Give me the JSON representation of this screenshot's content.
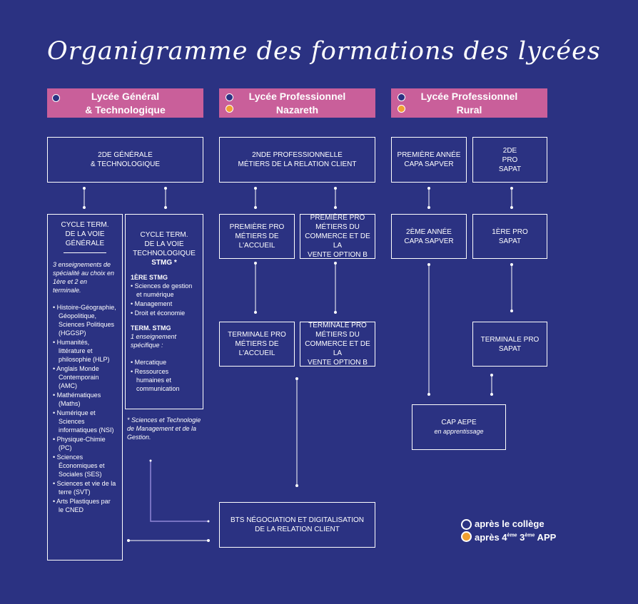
{
  "title": "Organigramme des formations des lycées",
  "colors": {
    "background": "#2b3282",
    "header": "#c95f9a",
    "navy_dot": "#2b3282",
    "orange_dot": "#f0a032",
    "line": "#ffffff"
  },
  "headers": [
    {
      "line1": "Lycée Général",
      "line2": "& Technologique"
    },
    {
      "line1": "Lycée Professionnel",
      "line2": "Nazareth"
    },
    {
      "line1": "Lycée Professionnel",
      "line2": "Rural"
    }
  ],
  "boxes": {
    "gt_2de": {
      "l1": "2DE GÉNÉRALE",
      "l2": "& TECHNOLOGIQUE"
    },
    "naz_2nde": {
      "l1": "2NDE PROFESSIONNELLE",
      "l2": "MÉTIERS DE LA RELATION CLIENT"
    },
    "rural_capa1": {
      "l1": "PREMIÈRE ANNÉE",
      "l2": "CAPA SAPVER"
    },
    "rural_2de": {
      "l1": "2DE",
      "l2": "PRO",
      "l3": "SAPAT"
    },
    "naz_1_accueil": {
      "l1": "PREMIÈRE PRO",
      "l2": "MÉTIERS DE",
      "l3": "L'ACCUEIL"
    },
    "naz_1_commerce": {
      "l1": "PREMIÈRE PRO",
      "l2": "MÉTIERS DU",
      "l3": "COMMERCE ET DE LA",
      "l4": "VENTE OPTION B"
    },
    "rural_capa2": {
      "l1": "2ÈME ANNÉE",
      "l2": "CAPA SAPVER"
    },
    "rural_1ere": {
      "l1": "1ÈRE PRO",
      "l2": "SAPAT"
    },
    "naz_t_accueil": {
      "l1": "TERMINALE PRO",
      "l2": "MÉTIERS DE",
      "l3": "L'ACCUEIL"
    },
    "naz_t_commerce": {
      "l1": "TERMINALE PRO",
      "l2": "MÉTIERS DU",
      "l3": "COMMERCE ET DE LA",
      "l4": "VENTE OPTION B"
    },
    "rural_term": {
      "l1": "TERMINALE PRO",
      "l2": "SAPAT"
    },
    "cap_aepe": {
      "l1": "CAP AEPE",
      "l2": "en apprentissage"
    },
    "bts": {
      "l1": "BTS NÉGOCIATION ET DIGITALISATION",
      "l2": "DE LA RELATION CLIENT"
    }
  },
  "voie_generale": {
    "title1": "CYCLE TERM.",
    "title2": "DE LA VOIE",
    "title3": "GÉNÉRALE",
    "intro": "3 enseignements de spécialité au choix en 1ère et 2 en terminale.",
    "items": [
      "Histoire-Géographie, Géopolitique, Sciences Politiques (HGGSP)",
      "Humanités, littérature et philosophie (HLP)",
      "Anglais Monde Contemporain (AMC)",
      "Mathématiques (Maths)",
      "Numérique et Sciences informatiques (NSI)",
      "Physique-Chimie (PC)",
      "Sciences Économiques et Sociales (SES)",
      "Sciences et vie de la terre (SVT)",
      "Arts Plastiques par le CNED"
    ]
  },
  "voie_techno": {
    "title1": "CYCLE TERM.",
    "title2": "DE LA VOIE",
    "title3": "TECHNOLOGIQUE",
    "title4": "STMG *",
    "first_heading": "1ÈRE STMG",
    "first_items": [
      "Sciences de gestion et numérique",
      "Management",
      "Droit et économie"
    ],
    "term_heading": "TERM. STMG",
    "term_intro": "1 enseignement spécifique :",
    "term_items": [
      "Mercatique",
      "Ressources humaines et communication"
    ]
  },
  "footnote": "* Sciences et Technologie de Management et de la Gestion.",
  "legend": [
    {
      "label": "après le collège",
      "color": "#2b3282"
    },
    {
      "label": "après 4ème 3ème APP",
      "color": "#f0a032"
    }
  ]
}
